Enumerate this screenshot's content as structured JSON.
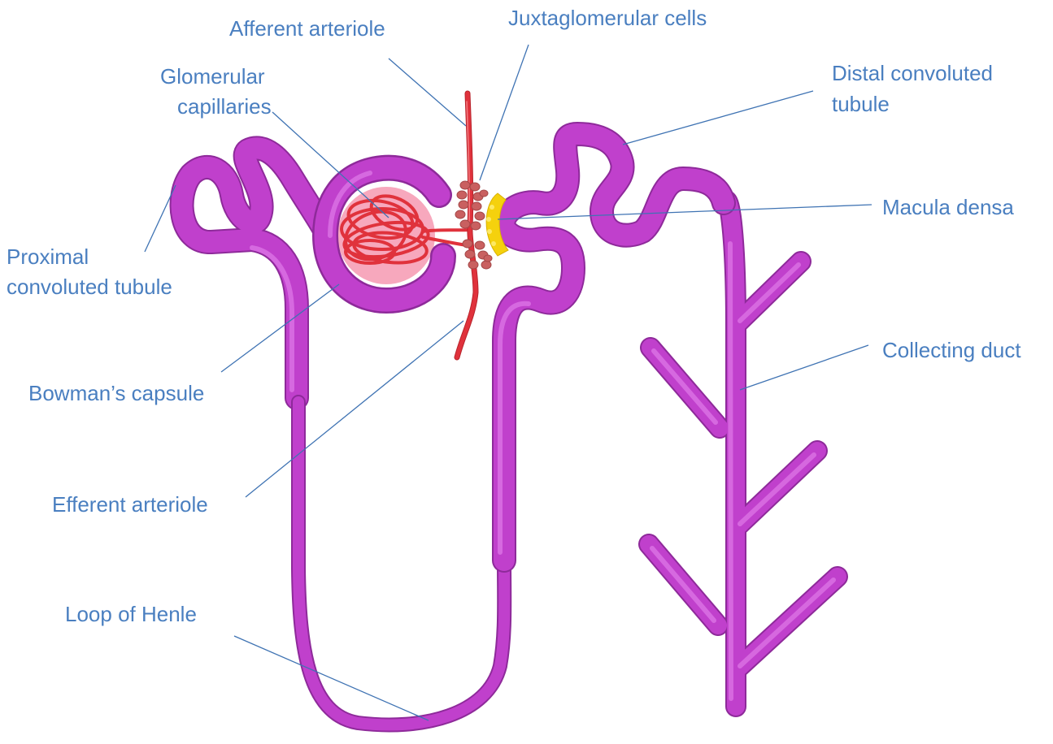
{
  "colors": {
    "label": "#4a7fc0",
    "leader": "#3f73b3",
    "tubule": "#c040cc",
    "tubule_highlight": "#e07ae8",
    "tubule_shadow": "#8e2a9a",
    "artery": "#e0323c",
    "artery_highlight": "#f47a7f",
    "capsule_space": "#f7a8bd",
    "jg_cells": "#c96060",
    "jg_cells_highlight": "#e89a9a",
    "macula_densa": "#f5d10d",
    "macula_densa_highlight": "#fff07a"
  },
  "labels": {
    "afferent_arteriole": "Afferent arteriole",
    "juxtaglomerular_cells": "Juxtaglomerular cells",
    "glomerular_capillaries": [
      "Glomerular",
      "capillaries"
    ],
    "distal_convoluted_tubule": [
      "Distal convoluted",
      "tubule"
    ],
    "macula_densa": "Macula densa",
    "proximal_convoluted_tubule": [
      "Proximal",
      "convoluted tubule"
    ],
    "collecting_duct": "Collecting duct",
    "bowmans_capsule": "Bowman’s capsule",
    "efferent_arteriole": "Efferent arteriole",
    "loop_of_henle": "Loop of Henle"
  }
}
